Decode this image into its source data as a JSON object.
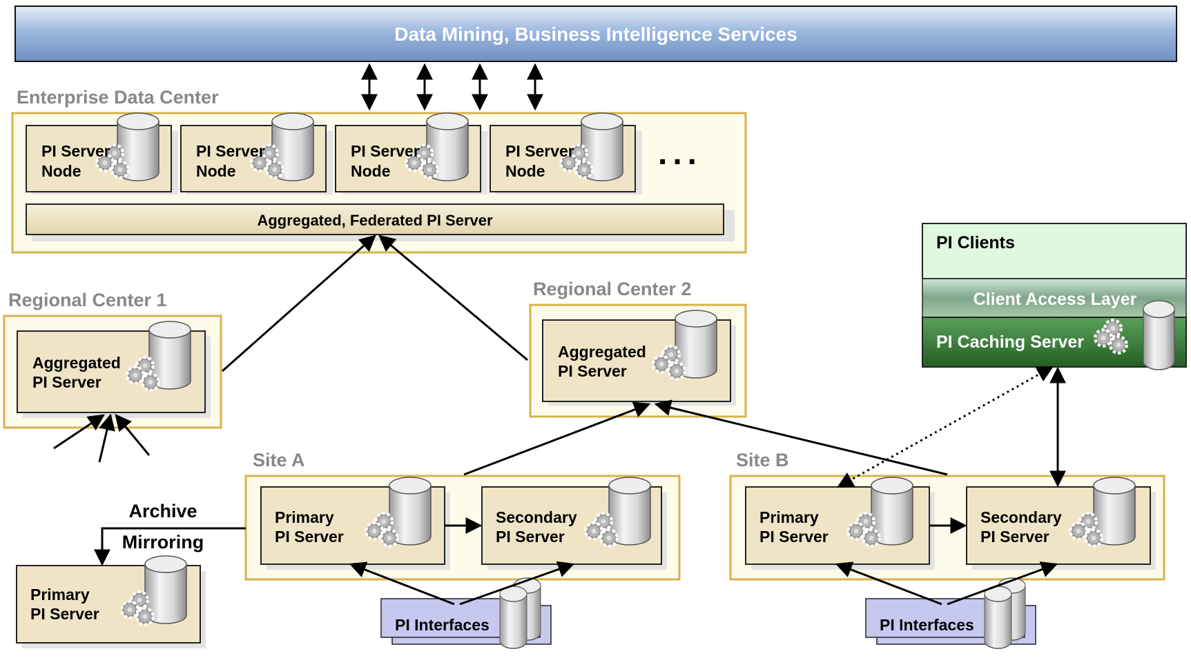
{
  "banner": {
    "title": "Data Mining, Business Intelligence Services"
  },
  "enterprise": {
    "title": "Enterprise Data Center",
    "nodes": [
      {
        "line1": "PI Server",
        "line2": "Node"
      },
      {
        "line1": "PI Server",
        "line2": "Node"
      },
      {
        "line1": "PI Server",
        "line2": "Node"
      },
      {
        "line1": "PI Server",
        "line2": "Node"
      }
    ],
    "ellipsis": "...",
    "federated_label": "Aggregated, Federated PI Server"
  },
  "regional1": {
    "title": "Regional Center 1",
    "line1": "Aggregated",
    "line2": "PI Server"
  },
  "regional2": {
    "title": "Regional Center 2",
    "line1": "Aggregated",
    "line2": "PI Server"
  },
  "clients": {
    "title": "PI Clients",
    "access_layer": "Client Access Layer",
    "caching_server": "PI Caching Server"
  },
  "siteA": {
    "title": "Site A",
    "primary": {
      "line1": "Primary",
      "line2": "PI Server"
    },
    "secondary": {
      "line1": "Secondary",
      "line2": "PI Server"
    },
    "interfaces": "PI Interfaces"
  },
  "siteB": {
    "title": "Site B",
    "primary": {
      "line1": "Primary",
      "line2": "PI Server"
    },
    "secondary": {
      "line1": "Secondary",
      "line2": "PI Server"
    },
    "interfaces": "PI Interfaces"
  },
  "mirror": {
    "label_line1": "Archive",
    "label_line2": "Mirroring",
    "primary": {
      "line1": "Primary",
      "line2": "PI Server"
    }
  },
  "colors": {
    "container_border": "#d8b24a",
    "container_fill": "#fdfbea",
    "node_fill": "#efe4c6",
    "site_label": "#888888",
    "banner_mid": "#9cb8df",
    "clients_green": "#dff7df",
    "caching_green": "#2f7a2f",
    "interfaces_fill": "#c7c8f0"
  }
}
